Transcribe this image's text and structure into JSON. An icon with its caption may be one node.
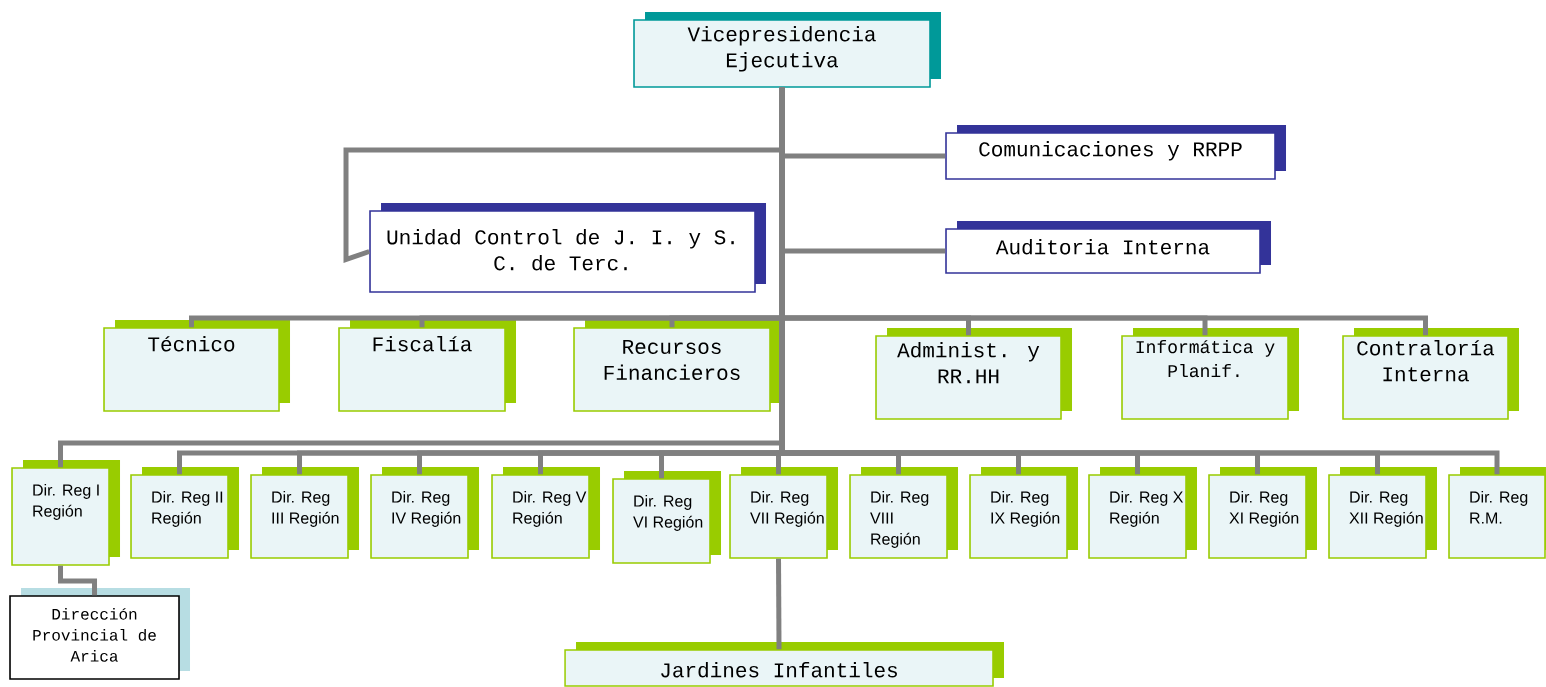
{
  "diagram": {
    "nodes": [
      {
        "text": [
          "Vicepresidencia Ejecutiva"
        ]
      },
      {
        "text": [
          "Comunicaciones y RRPP"
        ]
      },
      {
        "text": [
          "Unidad Control de J. I. y S. C. de Terc."
        ]
      },
      {
        "text": [
          "Auditoria Interna"
        ]
      },
      {
        "text": [
          "Técnico"
        ]
      },
      {
        "text": [
          "Fiscalía"
        ]
      },
      {
        "text": [
          "Recursos Financieros"
        ]
      },
      {
        "text": [
          "Administ. y RR.HH"
        ]
      },
      {
        "text": [
          "Informática y Planif."
        ]
      },
      {
        "text": [
          "Contraloría Interna"
        ]
      },
      {
        "text": [
          "Dir. Reg I Región"
        ]
      },
      {
        "text": [
          "Dir. Reg II Región"
        ]
      },
      {
        "text": [
          "Dir. Reg III Región"
        ]
      },
      {
        "text": [
          "Dir. Reg IV Región"
        ]
      },
      {
        "text": [
          "Dir. Reg V Región"
        ]
      },
      {
        "text": [
          "Dir. Reg VI Región"
        ]
      },
      {
        "text": [
          "Dir. Reg VII Región"
        ]
      },
      {
        "text": [
          "Dir. Reg VIII Región"
        ]
      },
      {
        "text": [
          "Dir. Reg IX Región"
        ]
      },
      {
        "text": [
          "Dir. Reg X Región"
        ]
      },
      {
        "text": [
          "Dir. Reg XI Región"
        ]
      },
      {
        "text": [
          "Dir. Reg XII Región"
        ]
      },
      {
        "text": [
          "Dir. Reg R.M."
        ]
      },
      {
        "text": [
          "Dirección Provincial de Arica"
        ]
      },
      {
        "text": [
          "Jardines Infantiles"
        ]
      }
    ],
    "edges": [
      {
        "from": 0,
        "to": 1,
        "arrow": "none"
      },
      {
        "from": 0,
        "to": 2,
        "arrow": "none"
      },
      {
        "from": 0,
        "to": 3,
        "arrow": "none"
      },
      {
        "from": 0,
        "to": 4,
        "arrow": "none"
      },
      {
        "from": 0,
        "to": 5,
        "arrow": "none"
      },
      {
        "from": 0,
        "to": 6,
        "arrow": "none"
      },
      {
        "from": 0,
        "to": 7,
        "arrow": "none"
      },
      {
        "from": 0,
        "to": 8,
        "arrow": "none"
      },
      {
        "from": 0,
        "to": 9,
        "arrow": "none"
      },
      {
        "from": 0,
        "to": 10,
        "arrow": "none"
      },
      {
        "from": 0,
        "to": 11,
        "arrow": "none"
      },
      {
        "from": 0,
        "to": 12,
        "arrow": "none"
      },
      {
        "from": 0,
        "to": 13,
        "arrow": "none"
      },
      {
        "from": 0,
        "to": 14,
        "arrow": "none"
      },
      {
        "from": 0,
        "to": 15,
        "arrow": "none"
      },
      {
        "from": 0,
        "to": 16,
        "arrow": "none"
      },
      {
        "from": 0,
        "to": 17,
        "arrow": "none"
      },
      {
        "from": 0,
        "to": 18,
        "arrow": "none"
      },
      {
        "from": 0,
        "to": 19,
        "arrow": "none"
      },
      {
        "from": 0,
        "to": 20,
        "arrow": "none"
      },
      {
        "from": 0,
        "to": 21,
        "arrow": "none"
      },
      {
        "from": 0,
        "to": 22,
        "arrow": "none"
      },
      {
        "from": 10,
        "to": 23,
        "arrow": "none"
      },
      {
        "from": 16,
        "to": 24,
        "arrow": "none"
      }
    ]
  }
}
